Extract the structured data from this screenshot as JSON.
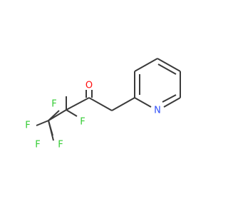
{
  "colors": {
    "background": "#ffffff",
    "bond": "#3a3a3a",
    "fluorine": "#33cc33",
    "oxygen": "#ff0d0d",
    "nitrogen": "#3050f8"
  },
  "atoms": [
    {
      "id": "F1",
      "label": "F",
      "element": "fluorine"
    },
    {
      "id": "F2",
      "label": "F",
      "element": "fluorine"
    },
    {
      "id": "F3",
      "label": "F",
      "element": "fluorine"
    },
    {
      "id": "F4",
      "label": "F",
      "element": "fluorine"
    },
    {
      "id": "F5",
      "label": "F",
      "element": "fluorine"
    },
    {
      "id": "O1",
      "label": "O",
      "element": "oxygen"
    },
    {
      "id": "N1",
      "label": "N",
      "element": "nitrogen"
    }
  ]
}
